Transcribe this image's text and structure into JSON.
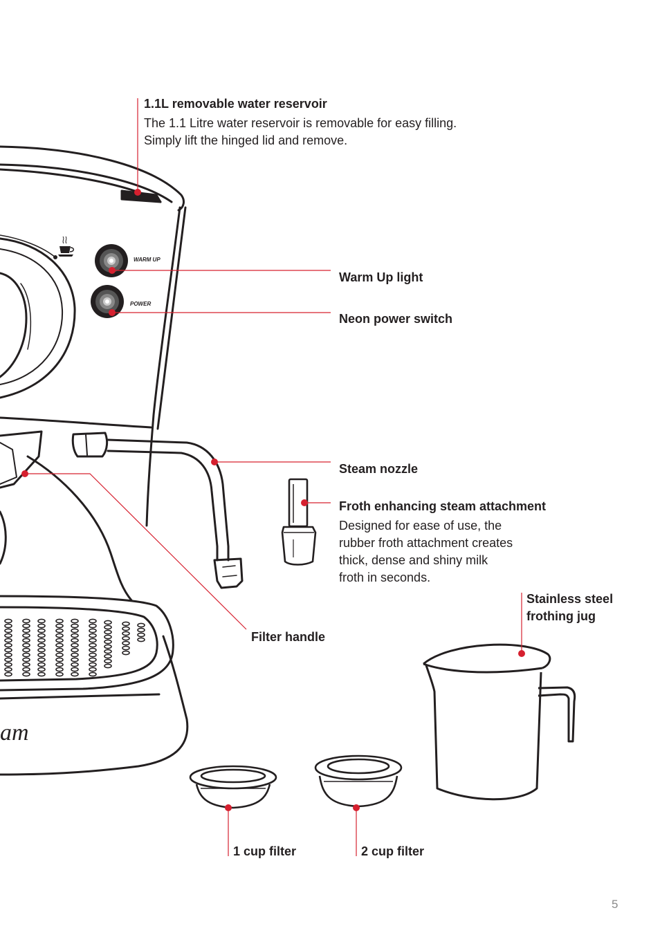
{
  "colors": {
    "leader": "#d6202f",
    "ink": "#231f20",
    "page_number": "#8a8a8a"
  },
  "icons": {
    "cup": "coffee-cup-icon"
  },
  "machine_labels": {
    "warm_up": "WARM UP",
    "power": "POWER",
    "brand_fragment": "am"
  },
  "callouts": {
    "reservoir": {
      "title": "1.1L removable water reservoir",
      "desc": [
        "The 1.1 Litre water reservoir is removable for easy filling.",
        "Simply lift the hinged lid and remove."
      ]
    },
    "warm_up": {
      "title": "Warm Up light"
    },
    "power": {
      "title": "Neon power switch"
    },
    "steam_nozzle": {
      "title": "Steam nozzle"
    },
    "froth": {
      "title": "Froth enhancing steam attachment",
      "desc": [
        "Designed for ease of use, the",
        "rubber froth attachment creates",
        "thick, dense and shiny milk",
        "froth in seconds."
      ]
    },
    "jug": {
      "title": [
        "Stainless steel",
        "frothing jug"
      ]
    },
    "filter_handle": {
      "title": "Filter handle"
    },
    "one_cup": {
      "title": "1 cup filter"
    },
    "two_cup": {
      "title": "2 cup filter"
    }
  },
  "page_number": "5"
}
